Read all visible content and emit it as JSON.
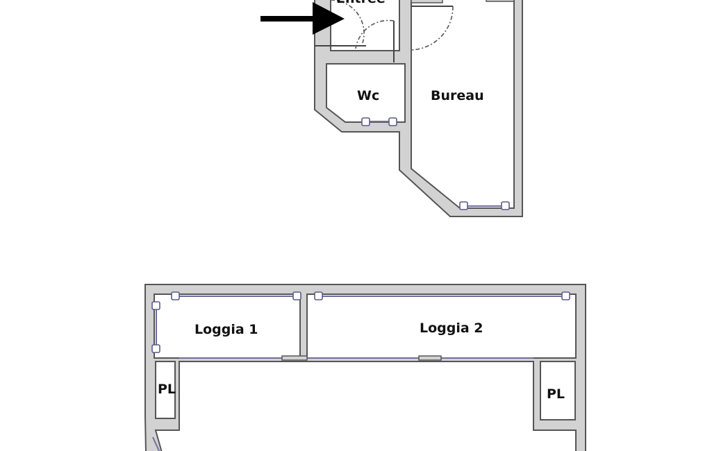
{
  "plan": {
    "rooms": {
      "entree": "Entrée",
      "wc": "Wc",
      "bureau": "Bureau",
      "loggia1": "Loggia 1",
      "loggia2": "Loggia 2",
      "pl_left": "PL",
      "pl_right": "PL"
    },
    "entrance_arrow": "arrow-right-icon"
  }
}
